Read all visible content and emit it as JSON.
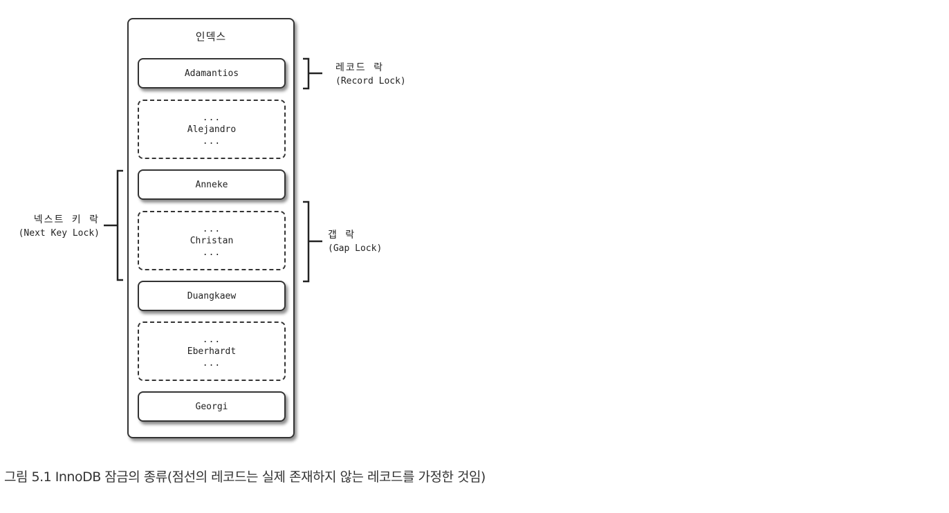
{
  "index_title": "인덱스",
  "records": [
    {
      "name": "Adamantios",
      "dashed": false
    },
    {
      "name": "Alejandro",
      "dashed": true
    },
    {
      "name": "Anneke",
      "dashed": false
    },
    {
      "name": "Christan",
      "dashed": true
    },
    {
      "name": "Duangkaew",
      "dashed": false
    },
    {
      "name": "Eberhardt",
      "dashed": true
    },
    {
      "name": "Georgi",
      "dashed": false
    }
  ],
  "ellipsis": "...",
  "locks": {
    "record_lock": {
      "ko": "레코드 락",
      "en": "(Record Lock)"
    },
    "gap_lock": {
      "ko": "갭 락",
      "en": "(Gap Lock)"
    },
    "next_key_lock": {
      "ko": "넥스트 키 락",
      "en": "(Next Key Lock)"
    }
  },
  "caption": "그림 5.1 InnoDB 잠금의 종류(점선의 레코드는 실제 존재하지 않는 레코드를 가정한 것임)"
}
